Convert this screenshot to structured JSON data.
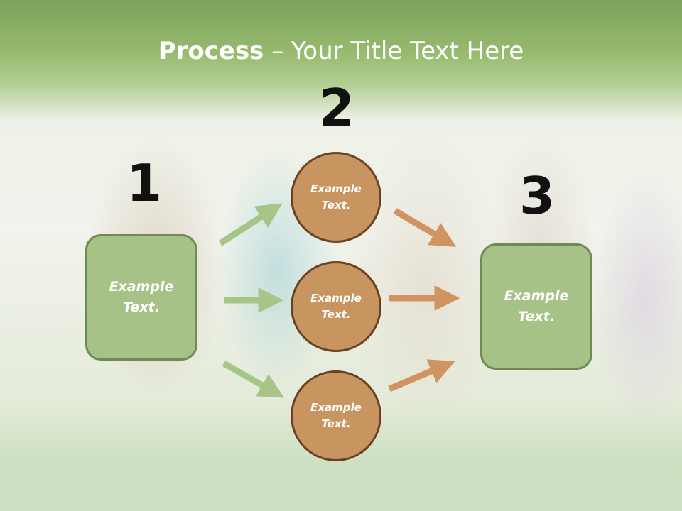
{
  "header": {
    "title_bold": "Process",
    "title_rest": " – Your Title Text Here"
  },
  "steps": {
    "one": "1",
    "two": "2",
    "three": "3"
  },
  "left_box": {
    "line1": "Example",
    "line2": "Text."
  },
  "right_box": {
    "line1": "Example",
    "line2": "Text."
  },
  "circles": [
    {
      "line1": "Example",
      "line2": "Text."
    },
    {
      "line1": "Example",
      "line2": "Text."
    },
    {
      "line1": "Example",
      "line2": "Text."
    }
  ],
  "colors": {
    "header_green": "#97bb6f",
    "box_fill": "#a6c287",
    "box_border": "#6f8a52",
    "circle_fill": "#c8945f",
    "circle_border": "#6a4222",
    "green_arrow": "#a7c489",
    "orange_arrow": "#cf9461"
  }
}
